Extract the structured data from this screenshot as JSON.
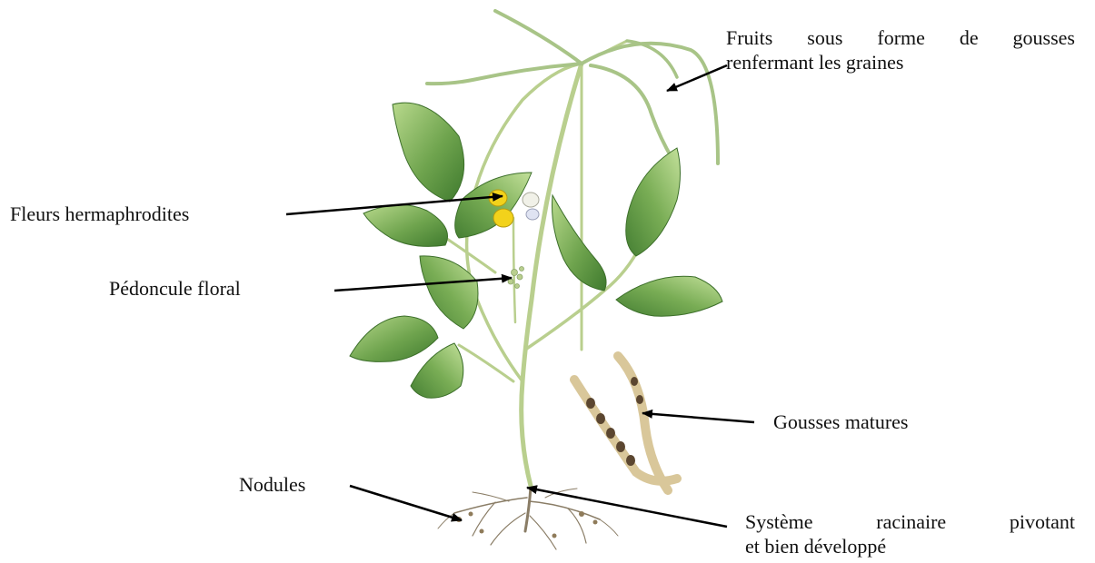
{
  "colors": {
    "leaf_dark": "#4f8a3a",
    "leaf_light": "#a9cf7e",
    "stem": "#b9cf8e",
    "pod_green": "#a8c487",
    "pod_mature": "#d9c79a",
    "seed": "#5b4630",
    "flower": "#f2d21b",
    "root": "#8a7d66",
    "arrow": "#000000"
  },
  "labels": {
    "fruits_line1": "Fruits sous forme de gousses",
    "fruits_line2": "renfermant les graines",
    "fleurs": "Fleurs hermaphrodites",
    "pedoncule": "Pédoncule floral",
    "gousses_matures": "Gousses matures",
    "nodules": "Nodules",
    "systeme_line1": "Système racinaire pivotant",
    "systeme_line2": "et bien développé"
  }
}
